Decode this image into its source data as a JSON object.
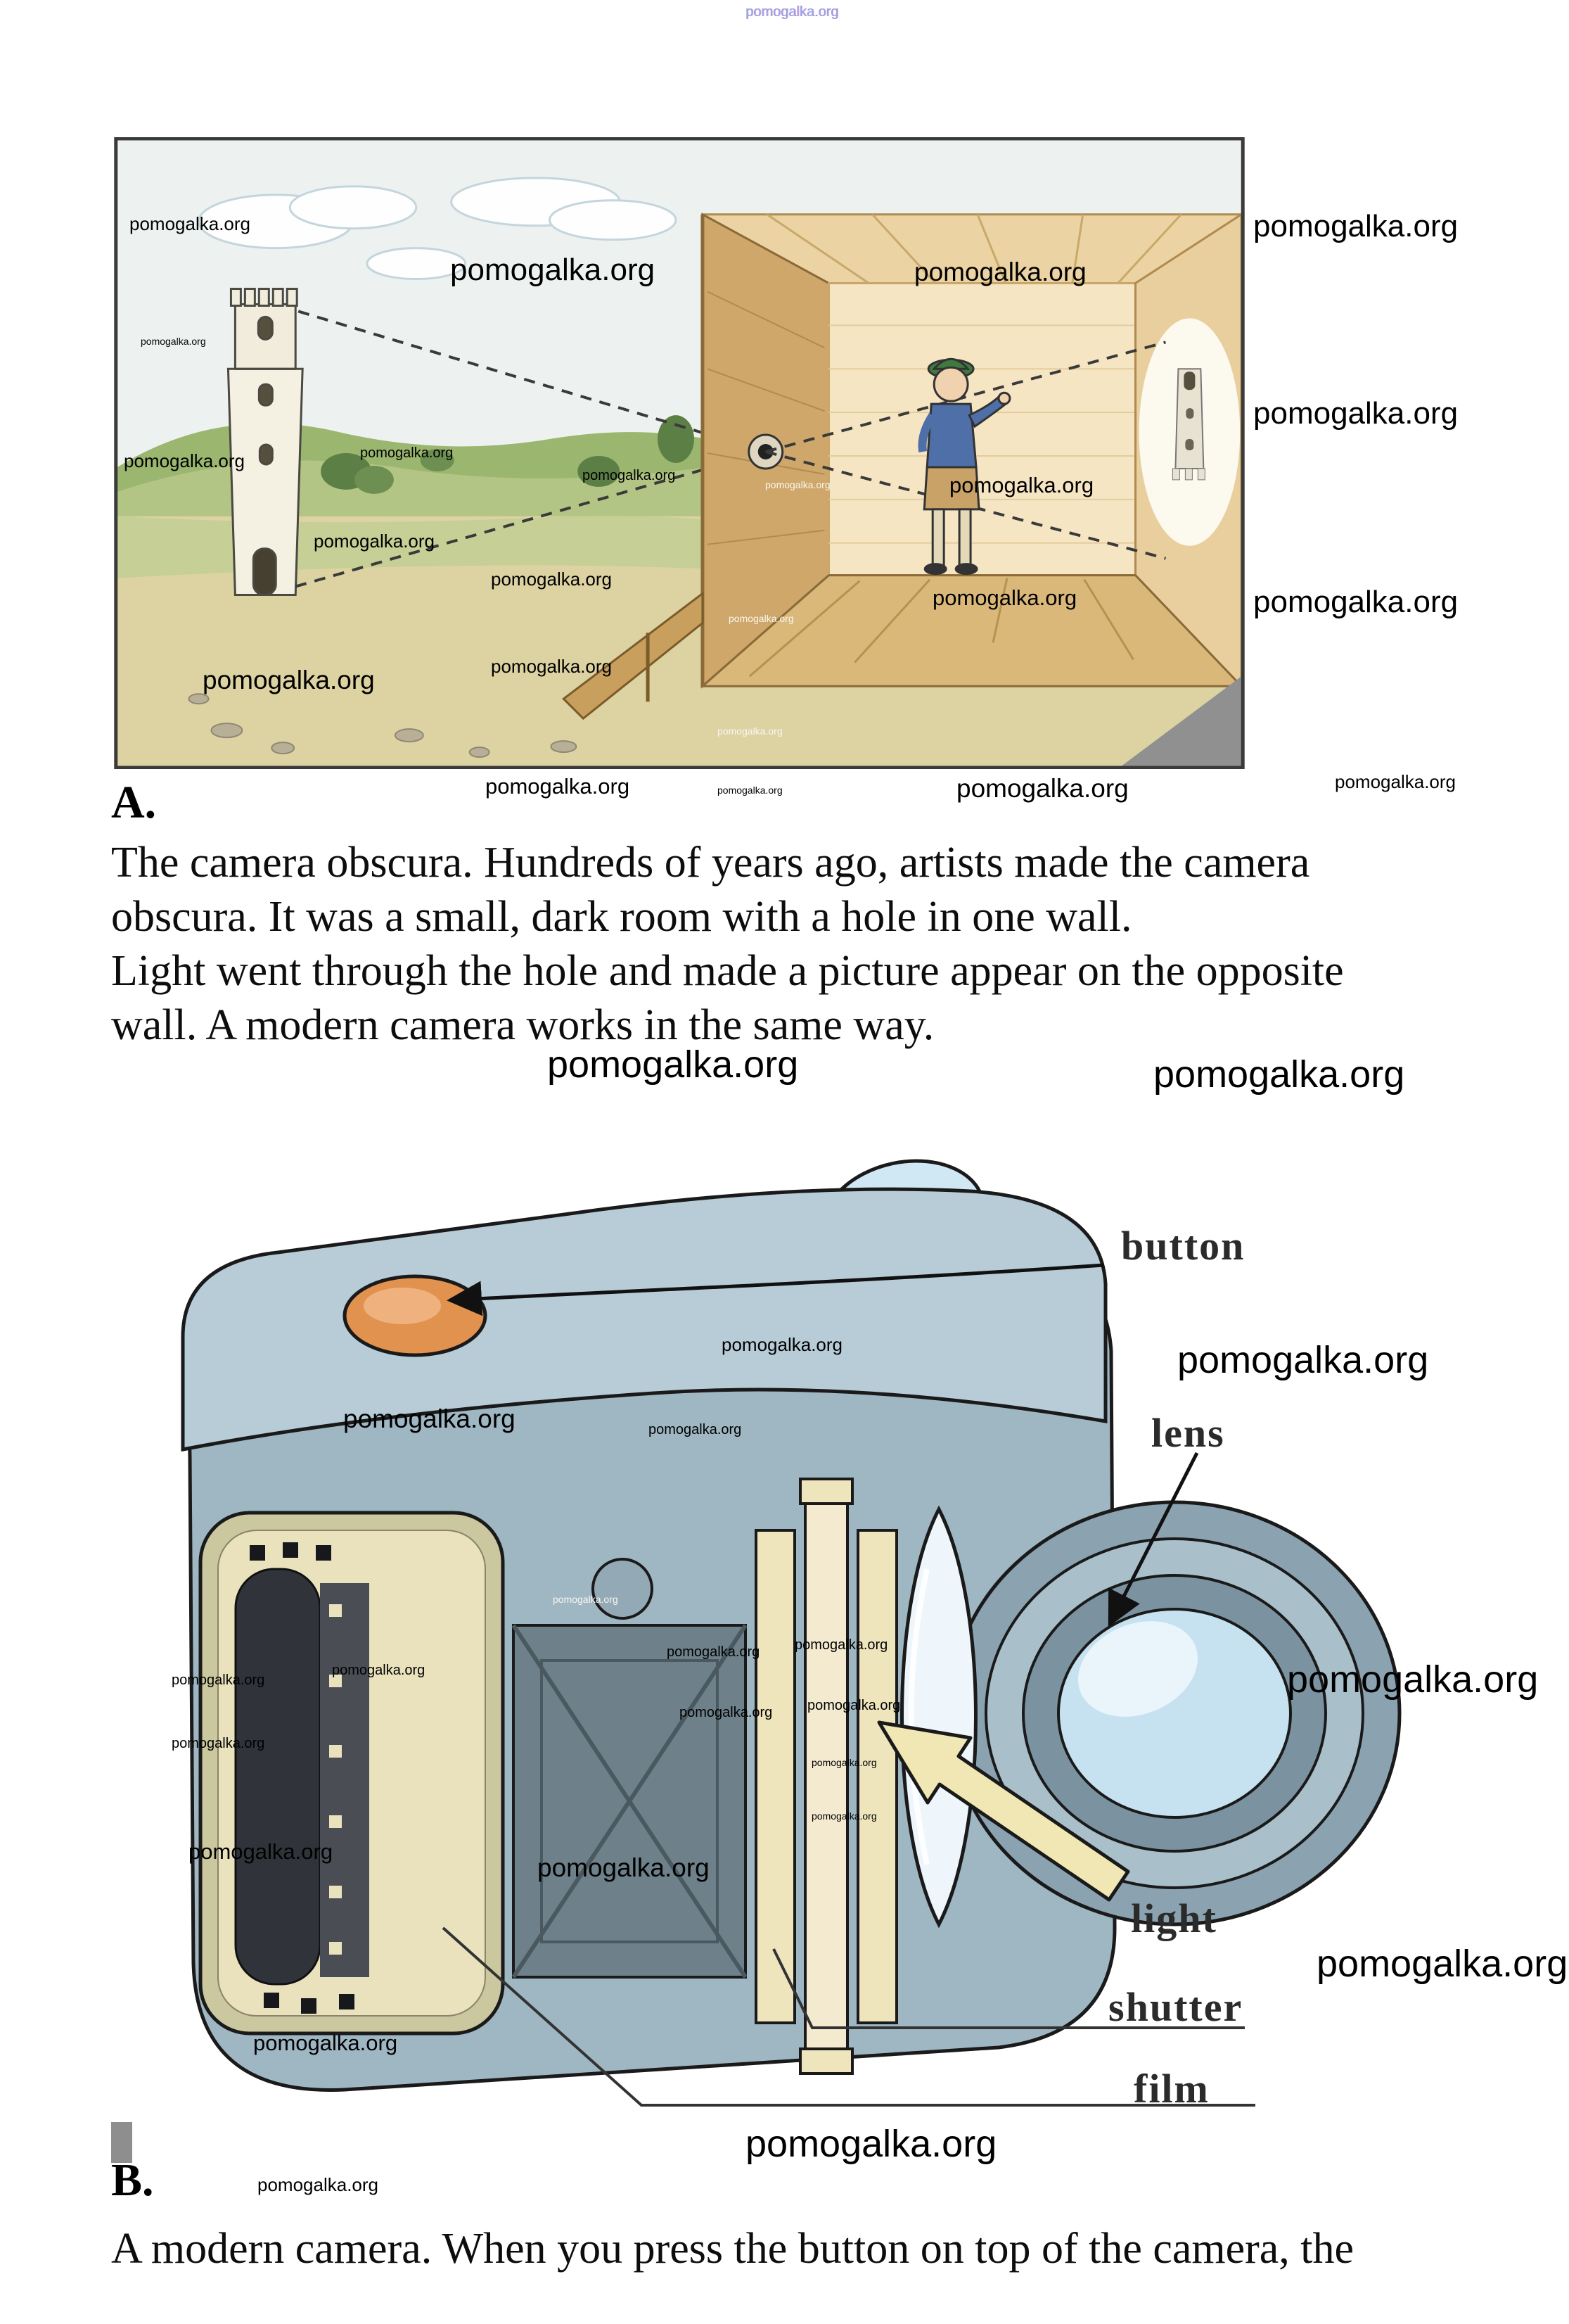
{
  "watermark_text": "pomogalka.org",
  "top_watermark": "pomogalka.org",
  "section_a": {
    "label": "A.",
    "lines": [
      "The camera obscura. Hundreds of years ago, artists made the camera",
      "obscura. It was a small, dark room with a hole in one wall.",
      "Light went through the hole and made a picture appear on the opposite",
      "wall. A modern camera works in the same way."
    ]
  },
  "camera_figure": {
    "labels": {
      "button": "button",
      "lens": "lens",
      "light": "light",
      "shutter": "shutter",
      "film": "film"
    }
  },
  "section_b": {
    "label": "B.",
    "line": "A modern camera. When you press the button on top of the camera, the"
  },
  "colors": {
    "camera_body": "#9fb6c3",
    "camera_top_deck": "#b8ccd7",
    "camera_button": "#e2924f",
    "lens_glass": "#c6e1ef",
    "light_arrow": "#f1e7b5",
    "room_wall": "#f6e5c3",
    "top_watermark_color": "#93a3e8"
  }
}
